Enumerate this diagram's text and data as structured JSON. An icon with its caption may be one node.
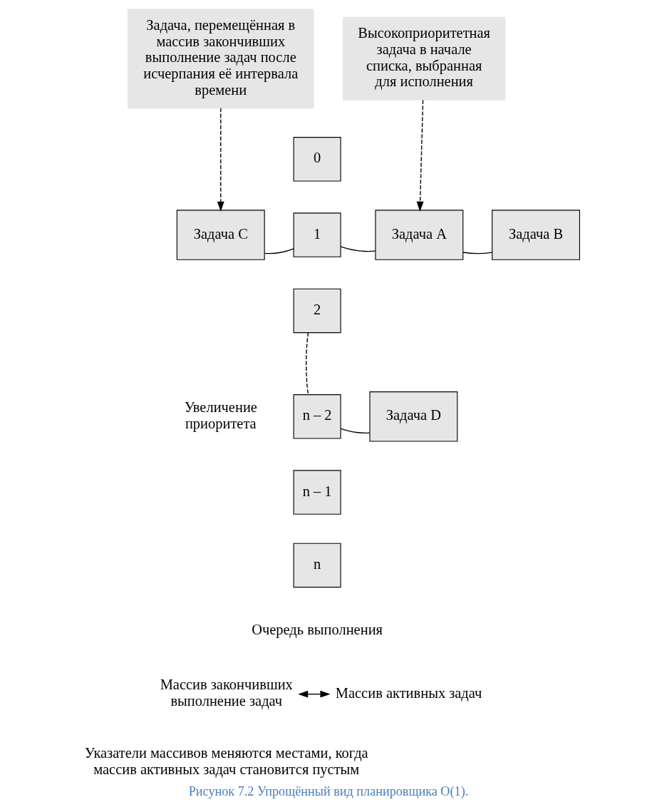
{
  "diagram": {
    "caption": "Рисунок 7.2 Упрощённый вид планировщика O(1).",
    "nodes": [
      {
        "text": [
          "Задача, перемещённая в массив закончивших выполнение задач после исчерпания её интервала времени"
        ]
      },
      {
        "text": [
          "Высокоприоритетная задача в начале списка, выбранная для исполнения"
        ]
      },
      {
        "text": [
          "Задача C"
        ]
      },
      {
        "text": [
          "0"
        ]
      },
      {
        "text": [
          "1"
        ]
      },
      {
        "text": [
          "2"
        ]
      },
      {
        "text": [
          "n – 2"
        ]
      },
      {
        "text": [
          "n – 1"
        ]
      },
      {
        "text": [
          "n"
        ]
      },
      {
        "text": [
          "Задача A"
        ]
      },
      {
        "text": [
          "Задача B"
        ]
      },
      {
        "text": [
          "Задача D"
        ]
      },
      {
        "text": [
          "Массив закончивших выполнение задач"
        ]
      },
      {
        "text": [
          "Массив активных задач"
        ]
      }
    ],
    "edges": [
      {
        "from": 0,
        "to": 2,
        "arrow": "to",
        "style": "dashed"
      },
      {
        "from": 1,
        "to": 9,
        "arrow": "to",
        "style": "dashed"
      },
      {
        "from": 2,
        "to": 4,
        "arrow": "none"
      },
      {
        "from": 4,
        "to": 9,
        "arrow": "none"
      },
      {
        "from": 9,
        "to": 10,
        "arrow": "none"
      },
      {
        "from": 5,
        "to": 6,
        "arrow": "none",
        "style": "dashed"
      },
      {
        "from": 6,
        "to": 11,
        "arrow": "none"
      },
      {
        "from": 12,
        "to": 13,
        "arrow": "both"
      }
    ],
    "labels": [
      "Увеличение приоритета",
      "Очередь выполнения",
      "Указатели массивов меняются местами, когда массив активных задач становится пустым"
    ]
  }
}
